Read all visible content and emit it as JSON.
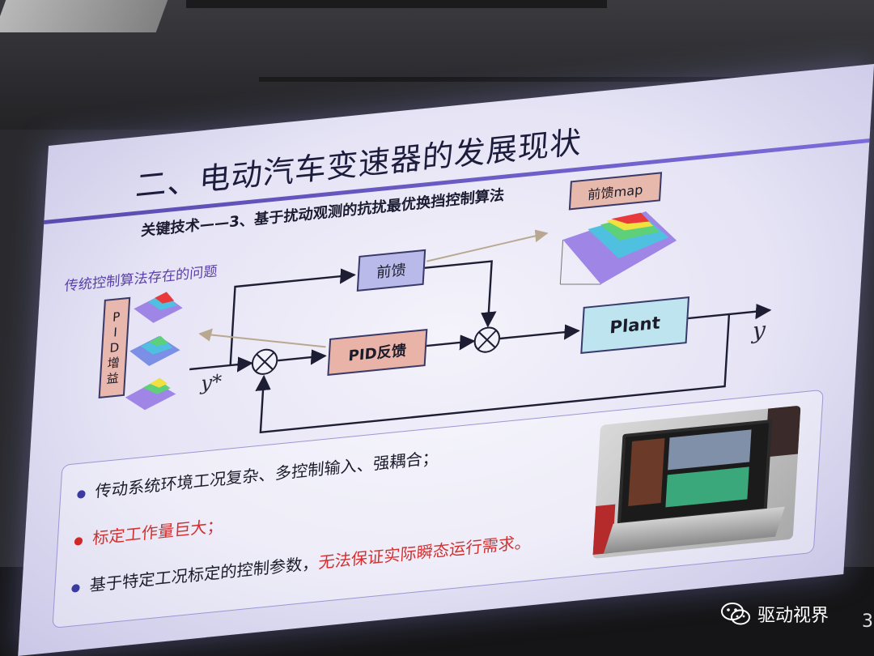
{
  "slide": {
    "title": "二、电动汽车变速器的发展现状",
    "subtitle": "关键技术——3、基于扰动观测的抗扰最优换挡控制算法",
    "section_title": "传统控制算法存在的问题",
    "diagram": {
      "feedforward_label": "前馈",
      "pid_feedback_label": "PID反馈",
      "plant_label": "Plant",
      "feedforward_map_label": "前馈map",
      "pid_gain_chars": [
        "P",
        "I",
        "D",
        "增",
        "益"
      ],
      "input_symbol": "y*",
      "output_symbol": "y"
    },
    "bullets": [
      {
        "prefix": "传动系统环境工况复杂、多控制输入、强耦合；",
        "highlight": "",
        "dot_color": "#3a3aa0"
      },
      {
        "prefix": "",
        "highlight": "标定工作量巨大；",
        "dot_color": "#d02828"
      },
      {
        "prefix": "基于特定工况标定的控制参数，",
        "highlight": "无法保证实际瞬态运行需求。",
        "dot_color": "#3a3aa0"
      }
    ]
  },
  "watermark": {
    "text": "驱动视界",
    "icon": "wechat-icon"
  },
  "page_number": "3",
  "colors": {
    "accent": "#5a4bb0",
    "warning": "#d23030",
    "box_feedforward": "#b9b9ea",
    "box_pid": "#e9b3a8",
    "box_plant": "#bde4ef"
  }
}
